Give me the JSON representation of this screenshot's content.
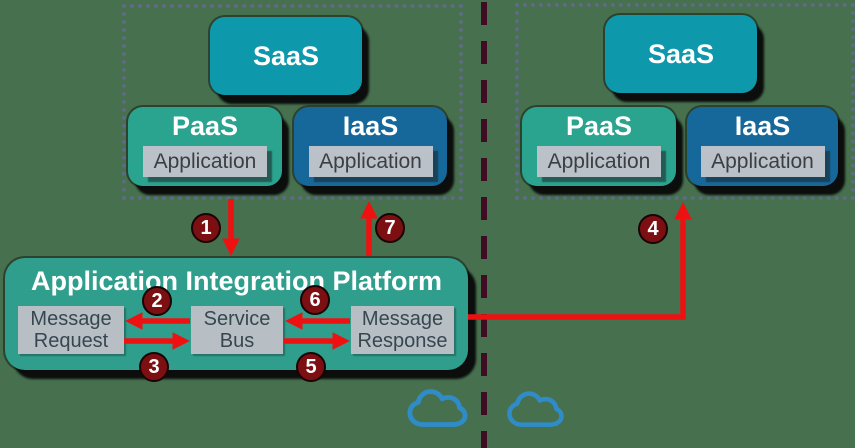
{
  "clouds": {
    "left": {
      "saas": "SaaS",
      "paas": "PaaS",
      "iaas": "IaaS",
      "paas_app": "Application",
      "iaas_app": "Application"
    },
    "right": {
      "saas": "SaaS",
      "paas": "PaaS",
      "iaas": "IaaS",
      "paas_app": "Application",
      "iaas_app": "Application"
    }
  },
  "platform": {
    "title": "Application Integration Platform",
    "message_request": {
      "line1": "Message",
      "line2": "Request"
    },
    "service_bus": {
      "line1": "Service",
      "line2": "Bus"
    },
    "message_response": {
      "line1": "Message",
      "line2": "Response"
    }
  },
  "steps": {
    "s1": "1",
    "s2": "2",
    "s3": "3",
    "s4": "4",
    "s5": "5",
    "s6": "6",
    "s7": "7"
  },
  "colors": {
    "background": "#47704e",
    "saas": "#0d98ac",
    "paas": "#2aa38f",
    "iaas": "#16689b",
    "platform": "#2f9e8c",
    "app_box": "#bac1c8",
    "message_box": "#b7bfc5",
    "arrow": "#ee1111",
    "badge": "#7c0f12",
    "divider_dash": "#400c24",
    "dotted_border": "#5d6b85",
    "cloud_icon": "#2f8cc9"
  }
}
